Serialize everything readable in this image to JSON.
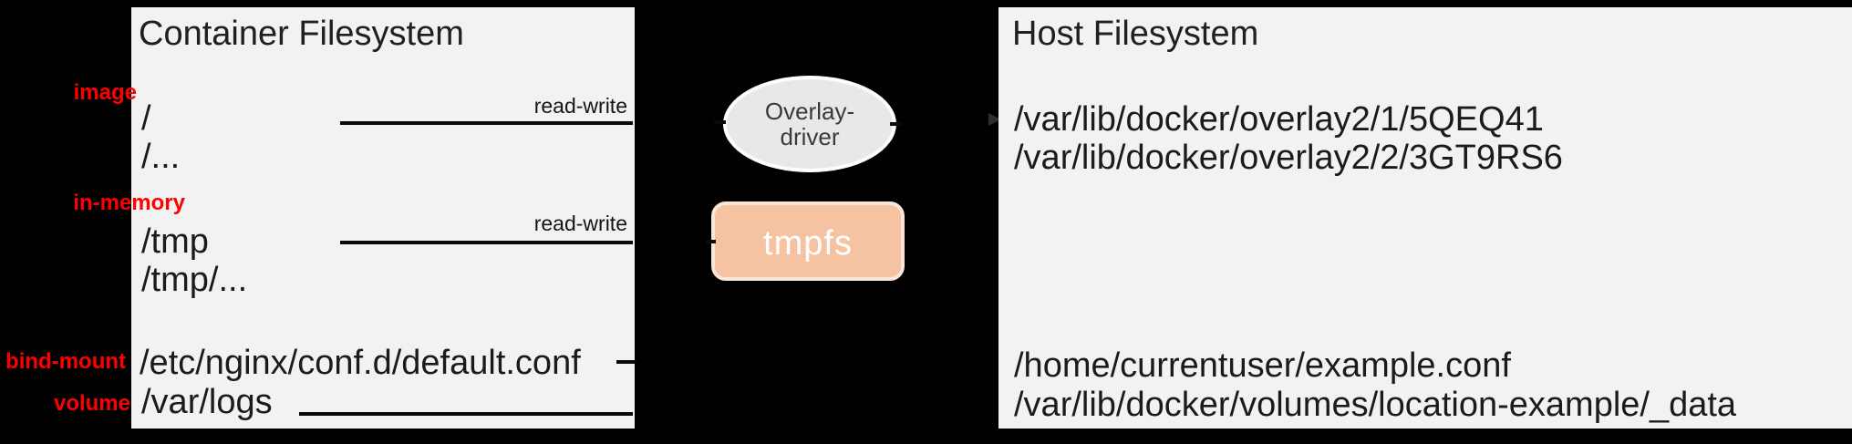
{
  "diagram": "docker-container-filesystem-mounts",
  "colors": {
    "background": "#000000",
    "panel_fill": "#F2F2F2",
    "text": "#1b1b1b",
    "annotation_red": "#FF0000",
    "overlay_ellipse_fill": "#E9E8E8",
    "overlay_ellipse_border": "#FDFDFD",
    "tmpfs_fill": "#F5C3A2",
    "tmpfs_border": "#FAE5D9",
    "tmpfs_text": "#FFFFFF",
    "line_color": "#0a0a0a"
  },
  "container": {
    "title": "Container Filesystem",
    "rows": [
      {
        "text": "/"
      },
      {
        "text": "/..."
      },
      {
        "text": "/tmp"
      },
      {
        "text": "/tmp/..."
      },
      {
        "text": "/etc/nginx/conf.d/default.conf"
      },
      {
        "text": "/var/logs"
      }
    ],
    "annotations": [
      {
        "label": "image"
      },
      {
        "label": "in-memory"
      },
      {
        "label": "bind-mount"
      },
      {
        "label": "volume"
      }
    ],
    "access_labels": [
      {
        "text": "read-write"
      },
      {
        "text": "read-write"
      }
    ]
  },
  "middle": {
    "overlay_driver": {
      "line1": "Overlay-",
      "line2": "driver"
    },
    "tmpfs": {
      "label": "tmpfs"
    }
  },
  "host": {
    "title": "Host Filesystem",
    "rows": [
      {
        "text": "/var/lib/docker/overlay2/1/5QEQ41"
      },
      {
        "text": "/var/lib/docker/overlay2/2/3GT9RS6"
      },
      {
        "text": "/home/currentuser/example.conf"
      },
      {
        "text": "/var/lib/docker/volumes/location-example/_data"
      }
    ]
  }
}
